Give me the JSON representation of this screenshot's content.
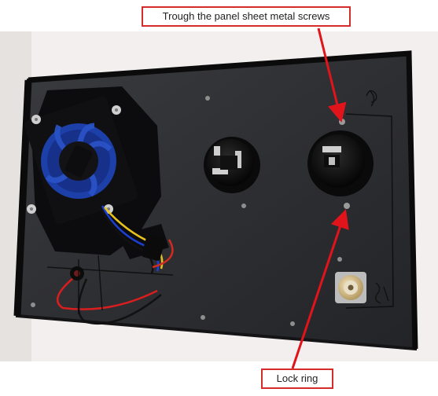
{
  "image": {
    "subject": "photo-of-metal-panel",
    "colors": {
      "background": "#f2efee",
      "panel": "#2c2d30",
      "tape": "#0c0c0e",
      "callout_border": "#d62b2b",
      "arrow": "#e0141a",
      "fan_blue": "#1c3fa8"
    }
  },
  "annotations": {
    "top_label": "Trough the panel sheet metal screws",
    "bottom_label": "Lock ring"
  }
}
